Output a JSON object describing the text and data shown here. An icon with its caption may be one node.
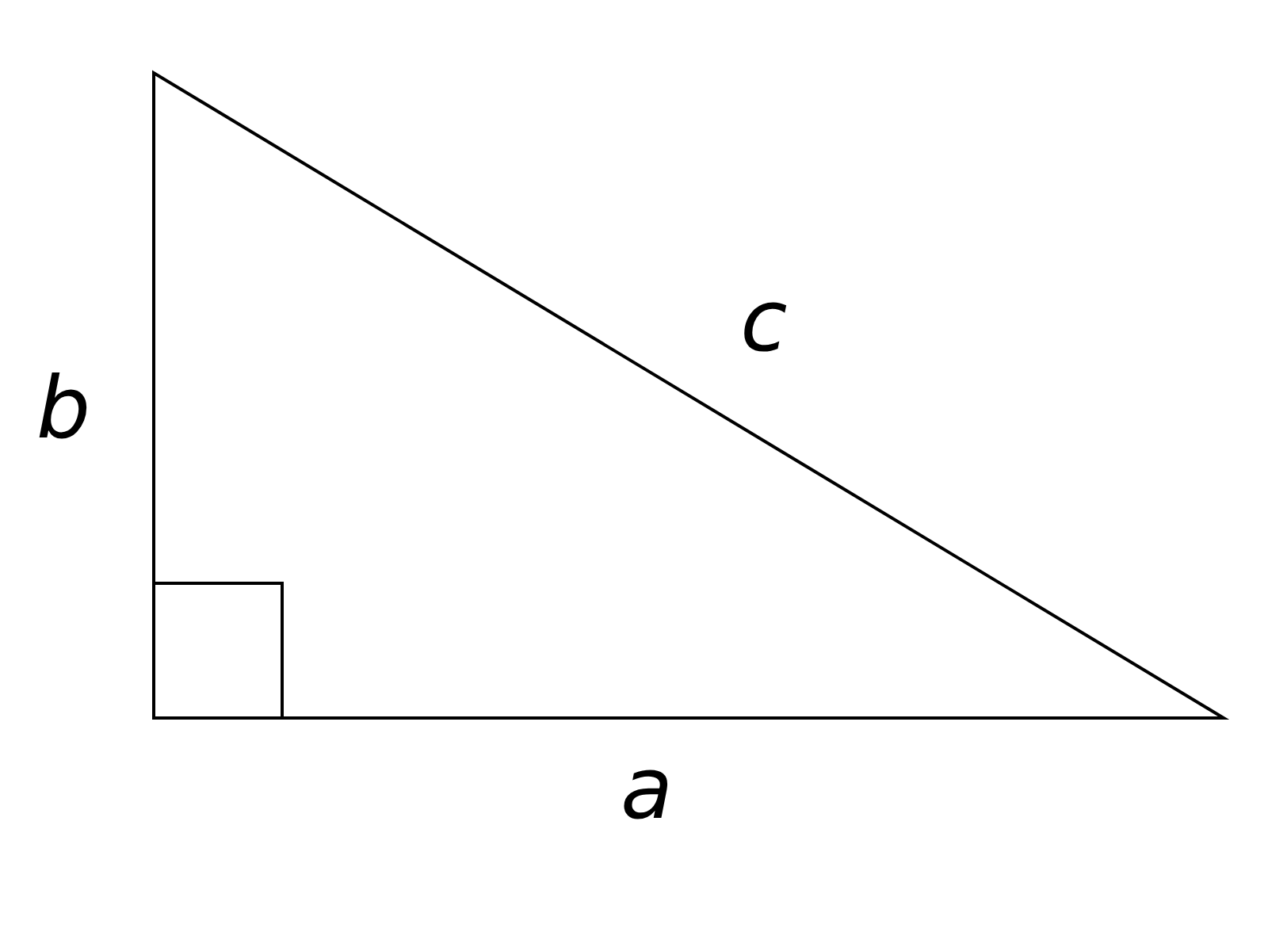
{
  "diagram": {
    "labels": [
      "c",
      "b",
      "a"
    ]
  }
}
